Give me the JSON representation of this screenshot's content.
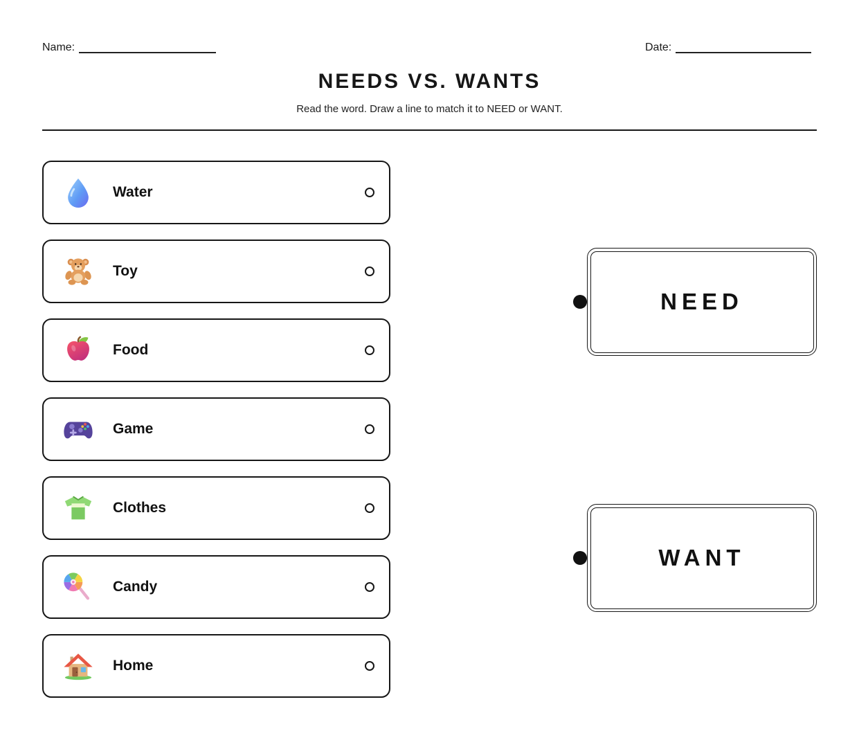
{
  "header": {
    "name_label": "Name:",
    "date_label": "Date:"
  },
  "title": "NEEDS VS. WANTS",
  "subtitle": "Read the word. Draw a line to match it to NEED or WANT.",
  "items": [
    {
      "label": "Water",
      "icon": "water-drop-icon"
    },
    {
      "label": "Toy",
      "icon": "teddy-bear-icon"
    },
    {
      "label": "Food",
      "icon": "apple-icon"
    },
    {
      "label": "Game",
      "icon": "game-controller-icon"
    },
    {
      "label": "Clothes",
      "icon": "tshirt-icon"
    },
    {
      "label": "Candy",
      "icon": "lollipop-icon"
    },
    {
      "label": "Home",
      "icon": "house-icon"
    }
  ],
  "targets": [
    {
      "label": "NEED"
    },
    {
      "label": "WANT"
    }
  ],
  "colors": {
    "ink": "#161616",
    "paper": "#ffffff"
  }
}
